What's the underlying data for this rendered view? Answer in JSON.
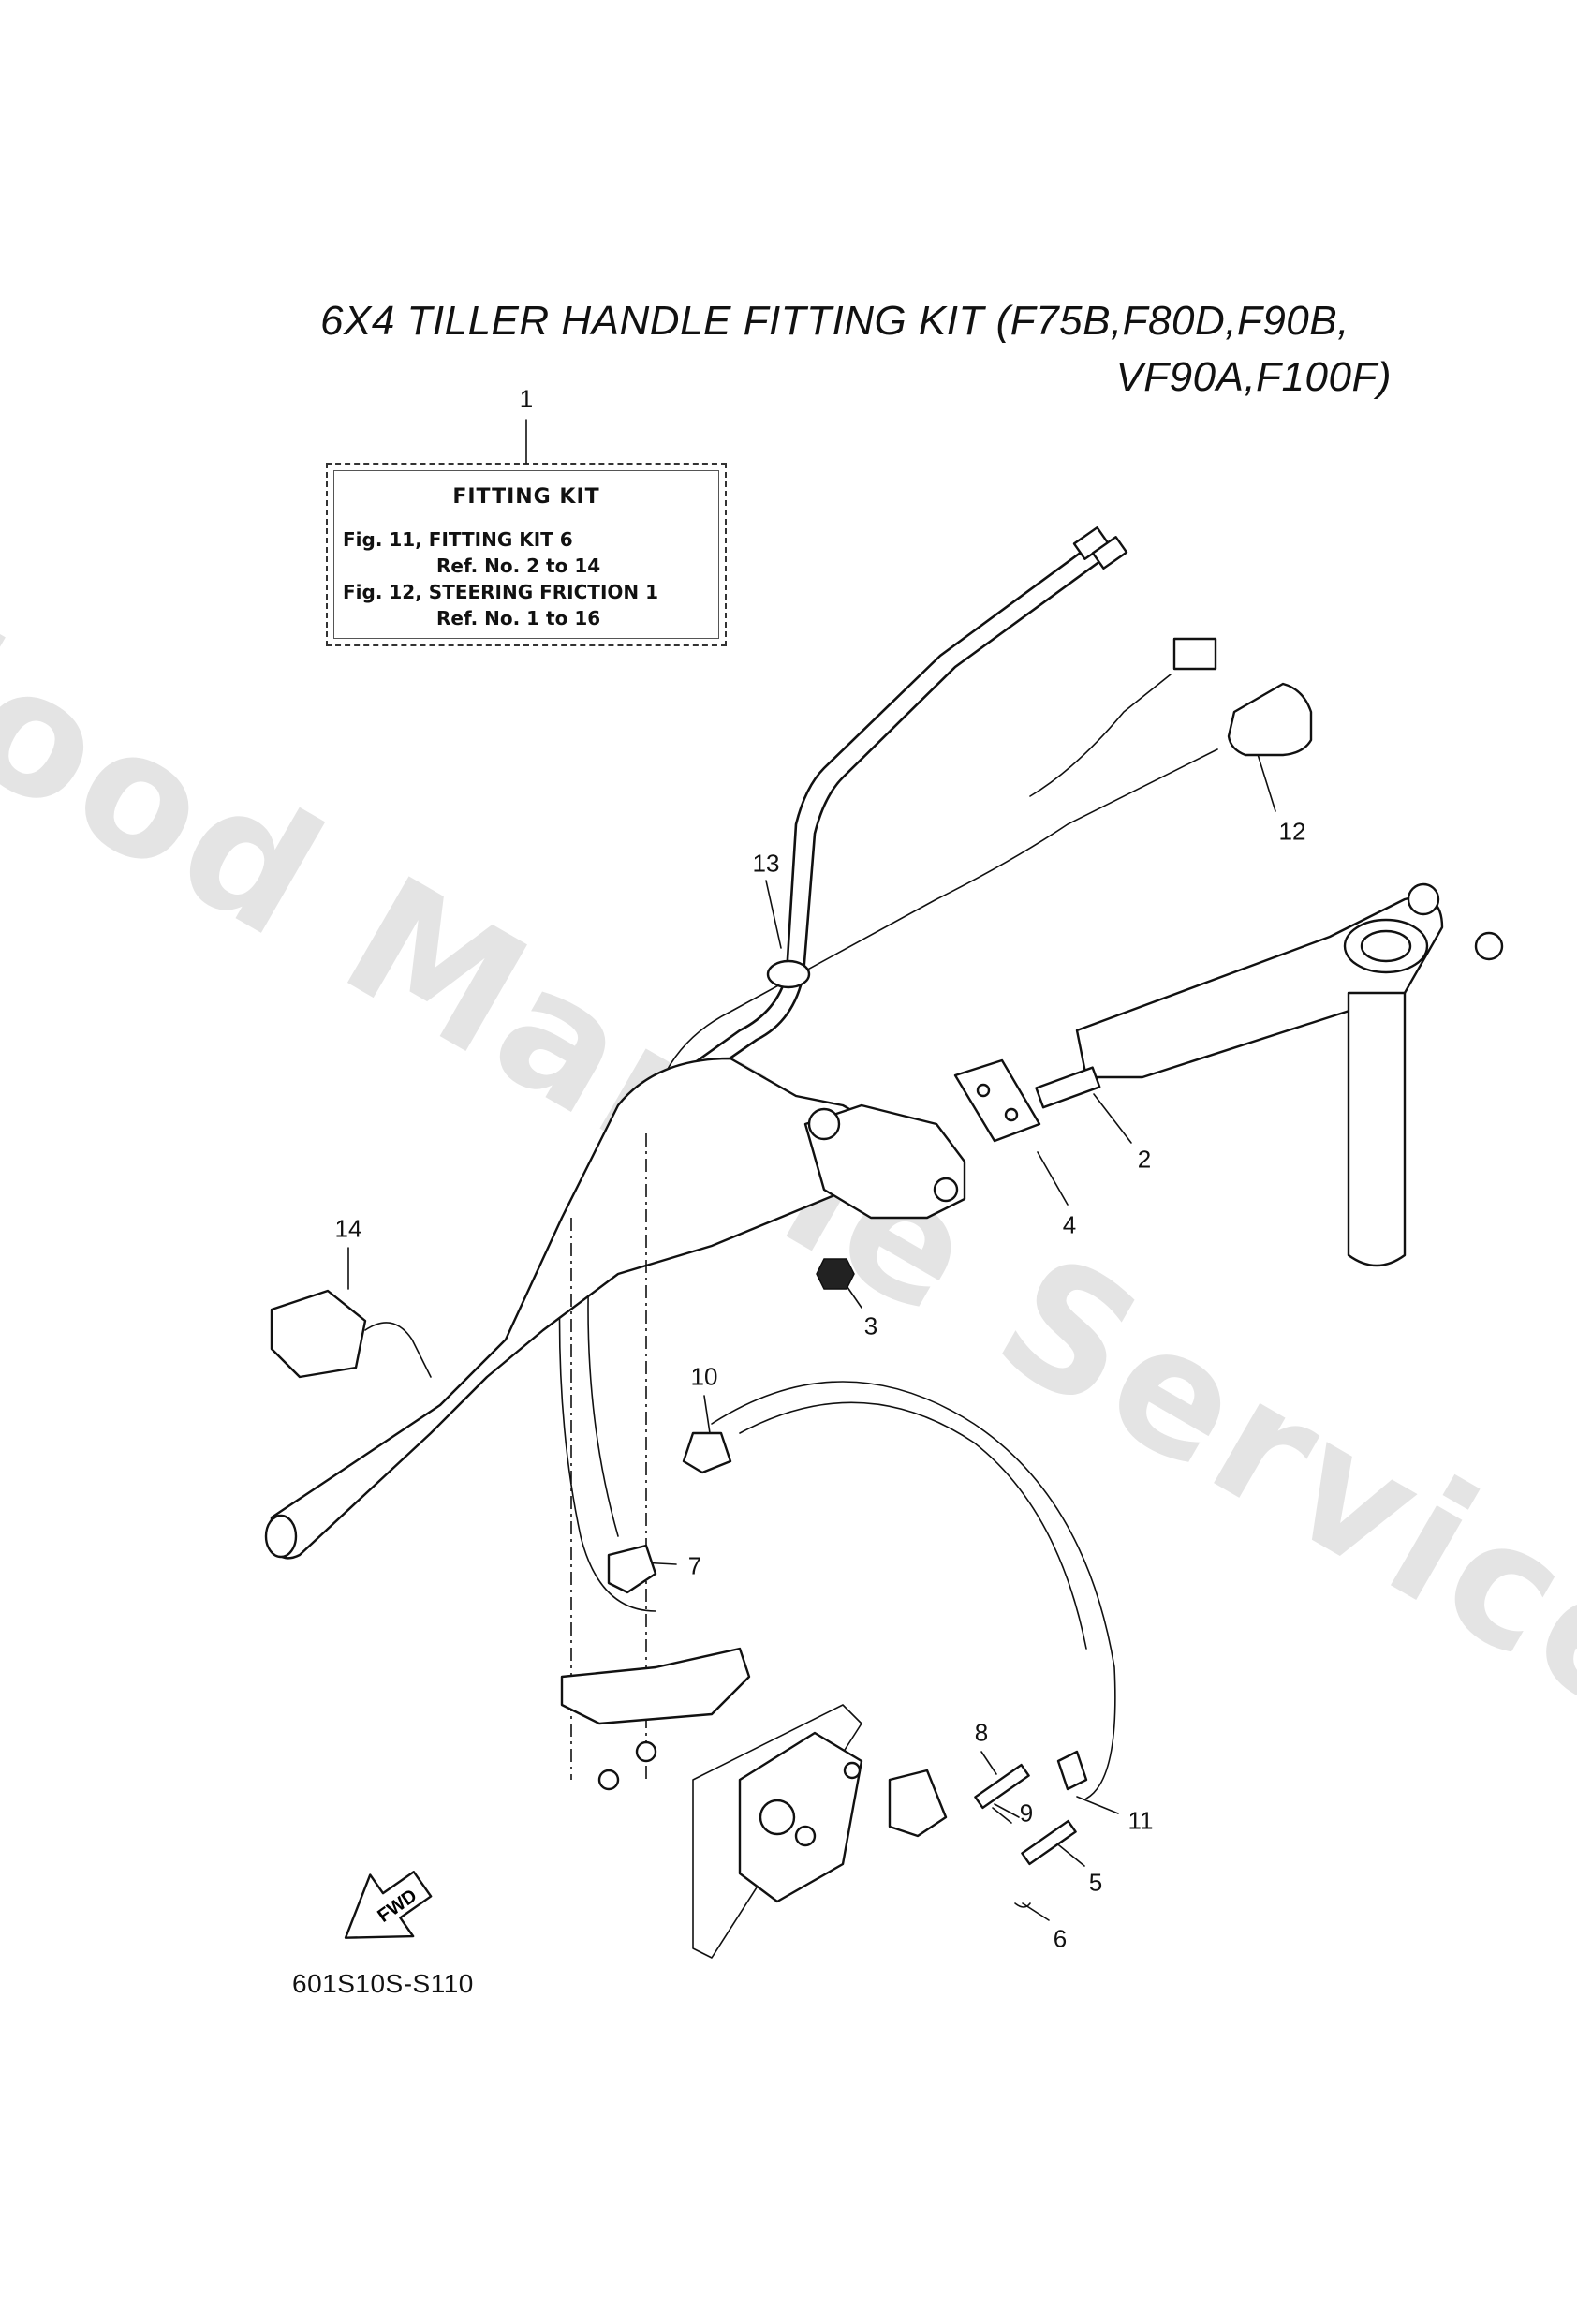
{
  "title": {
    "line1": "6X4 TILLER HANDLE FITTING KIT (F75B,F80D,F90B,",
    "line2": "VF90A,F100F)"
  },
  "fitting_kit_box": {
    "heading": "FITTING KIT",
    "lines": [
      "Fig. 11, FITTING KIT 6",
      "Ref. No. 2 to 14",
      "Fig. 12, STEERING FRICTION 1",
      "Ref. No. 1 to 16"
    ]
  },
  "part_labels": [
    "1",
    "2",
    "3",
    "4",
    "5",
    "6",
    "7",
    "8",
    "9",
    "10",
    "11",
    "12",
    "13",
    "14"
  ],
  "fwd_arrow": {
    "label": "FWD"
  },
  "diagram_code": "601S10S-S110",
  "watermark": "Flood Marine Services",
  "colors": {
    "line": "#111111",
    "background": "#ffffff",
    "watermark": "#cfcfcf"
  }
}
